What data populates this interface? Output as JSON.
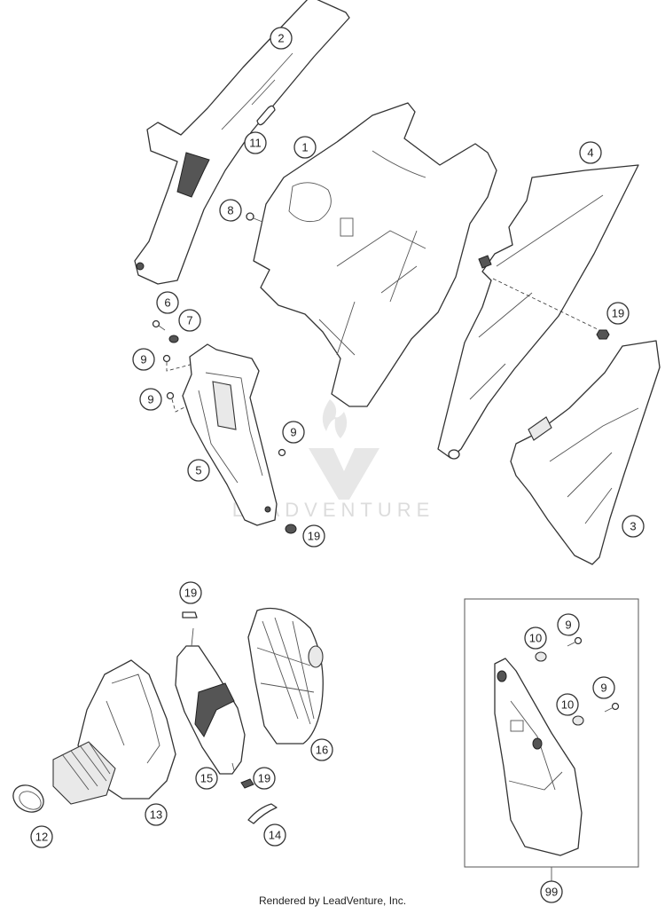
{
  "callouts": {
    "c1": "1",
    "c2": "2",
    "c3": "3",
    "c4": "4",
    "c5": "5",
    "c6": "6",
    "c7": "7",
    "c8": "8",
    "c9a": "9",
    "c9b": "9",
    "c9c": "9",
    "c9d": "9",
    "c9e": "9",
    "c10a": "10",
    "c10b": "10",
    "c11": "11",
    "c12": "12",
    "c13": "13",
    "c14": "14",
    "c15": "15",
    "c16": "16",
    "c19a": "19",
    "c19b": "19",
    "c19c": "19",
    "c19d": "19",
    "c99": "99"
  },
  "watermark": {
    "text": "LEADVENTURE"
  },
  "footer": {
    "text": "Rendered by LeadVenture, Inc."
  }
}
